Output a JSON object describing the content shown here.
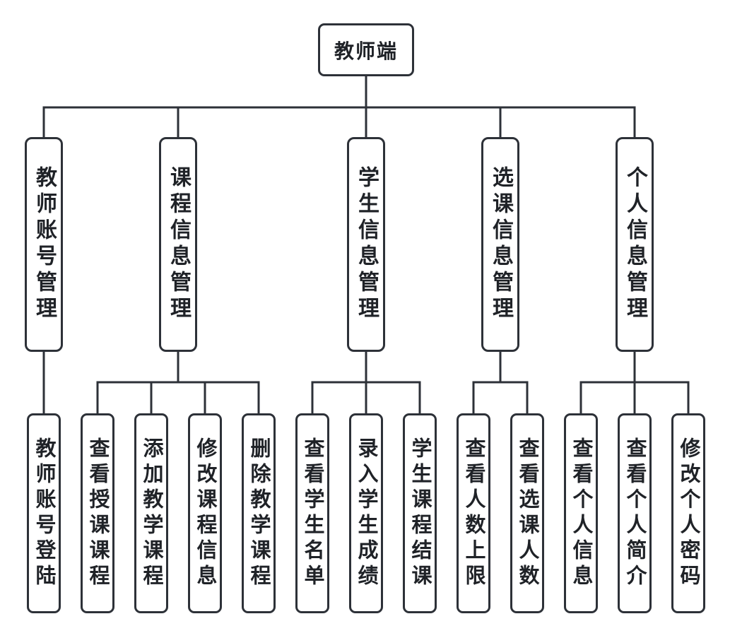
{
  "tree": {
    "root": {
      "label": "教师端"
    },
    "branches": [
      {
        "label": "教师账号管理",
        "children": [
          "教师账号登陆"
        ]
      },
      {
        "label": "课程信息管理",
        "children": [
          "查看授课课程",
          "添加教学课程",
          "修改课程信息",
          "删除教学课程"
        ]
      },
      {
        "label": "学生信息管理",
        "children": [
          "查看学生名单",
          "录入学生成绩",
          "学生课程结课"
        ]
      },
      {
        "label": "选课信息管理",
        "children": [
          "查看人数上限",
          "查看选课人数"
        ]
      },
      {
        "label": "个人信息管理",
        "children": [
          "查看个人信息",
          "查看个人简介",
          "修改个人密码"
        ]
      }
    ],
    "colors": {
      "line": "#2d3138",
      "text": "#1f2227",
      "background": "#ffffff"
    }
  }
}
